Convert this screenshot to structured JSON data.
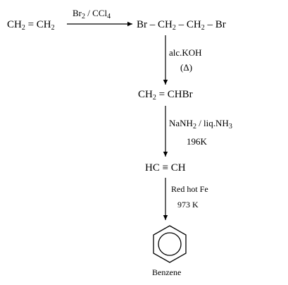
{
  "reaction_1": {
    "reactant": {
      "pre": "CH",
      "sub1": "2",
      "mid": " = CH",
      "sub2": "2"
    },
    "reagent": {
      "pre": "Br",
      "sub1": "2",
      "mid": " / CCl",
      "sub2": "4"
    },
    "product": {
      "pre": "Br – CH",
      "sub1": "2",
      "mid": " – CH",
      "sub2": "2",
      "post": " – Br"
    }
  },
  "reaction_2": {
    "reagent": "alc.KOH",
    "condition": "(Δ)",
    "product": {
      "pre": "CH",
      "sub1": "2",
      "post": " = CHBr"
    }
  },
  "reaction_3": {
    "reagent": {
      "pre": "NaNH",
      "sub1": "2",
      "mid": " / liq.NH",
      "sub2": "3"
    },
    "condition": "196K",
    "product": "HC ≡ CH"
  },
  "reaction_4": {
    "reagent": "Red hot Fe",
    "condition": "973 K",
    "product_label": "Benzene"
  }
}
